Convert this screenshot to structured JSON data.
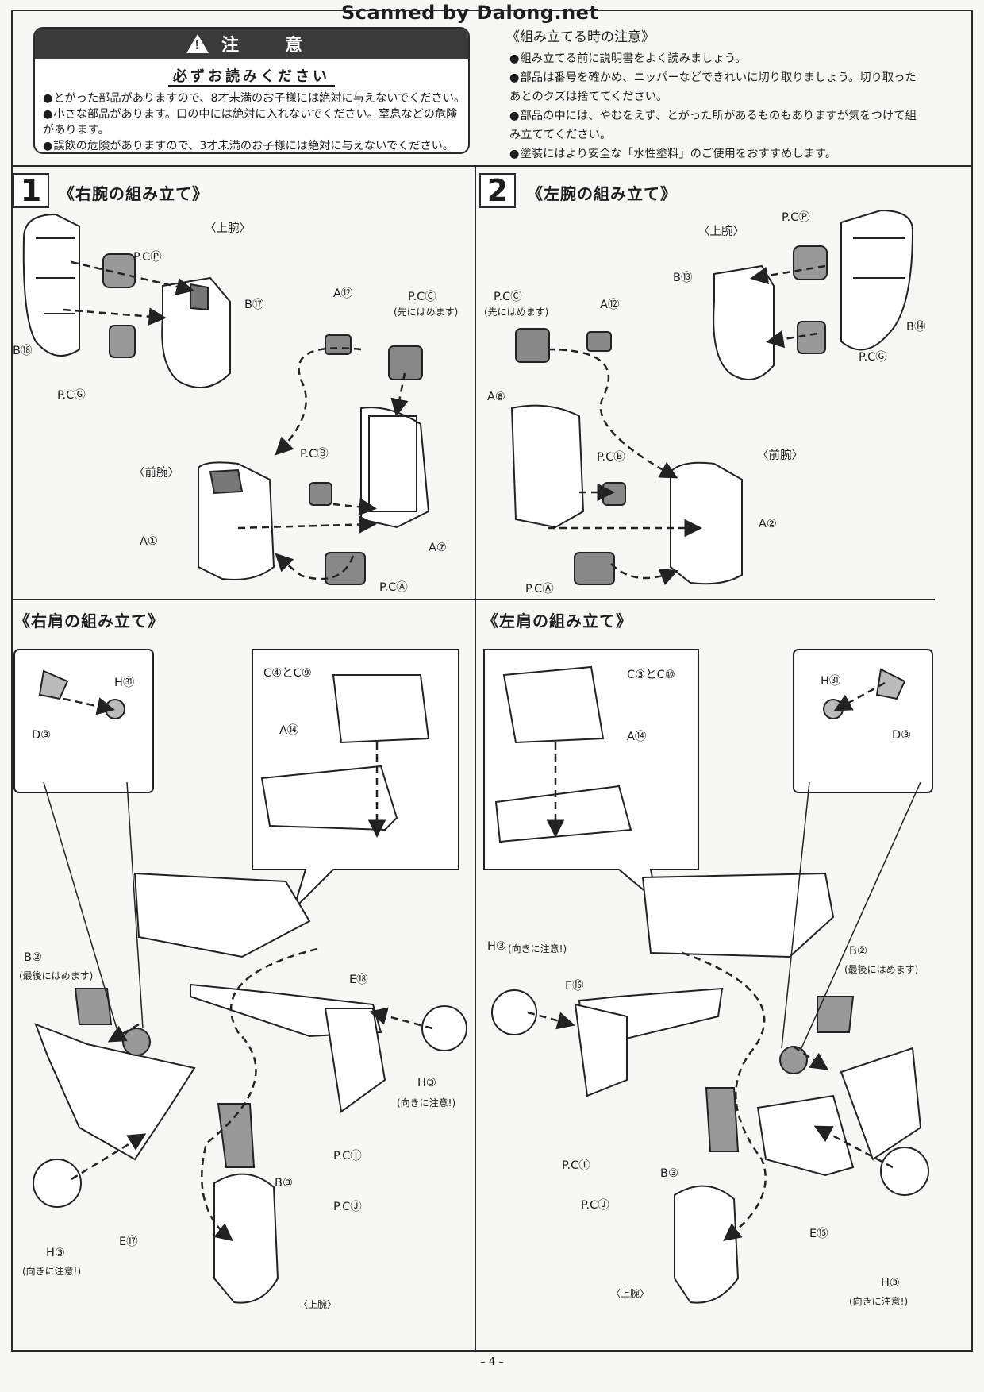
{
  "watermark": "Scanned by Dalong.net",
  "caution": {
    "title": "注　意",
    "subtitle": "必ずお読みください",
    "items": [
      "とがった部品がありますので、8才未満のお子様には絶対に与えないでください。",
      "小さな部品があります。口の中には絶対に入れないでください。窒息などの危険があります。",
      "誤飲の危険がありますので、3才未満のお子様には絶対に与えないでください。"
    ]
  },
  "notes": {
    "title": "《組み立てる時の注意》",
    "items": [
      "組み立てる前に説明書をよく読みましょう。",
      "部品は番号を確かめ、ニッパーなどできれいに切り取りましょう。切り取ったあとのクズは捨ててください。",
      "部品の中には、やむをえず、とがった所があるものもありますが気をつけて組み立ててください。",
      "塗装にはより安全な「水性塗料」のご使用をおすすめします。"
    ]
  },
  "step1": {
    "number": "1",
    "title": "《右腕の組み立て》",
    "labels": {
      "upper_arm": "〈上腕〉",
      "pc_p": "P.CⓅ",
      "b17": "B⑰",
      "b18": "B⑱",
      "pc_g": "P.CⒼ",
      "a12": "A⑫",
      "pc_c": "P.CⒸ",
      "pc_c_note": "(先にはめます)",
      "forearm": "〈前腕〉",
      "pc_b": "P.CⒷ",
      "a1": "A①",
      "a7": "A⑦",
      "pc_a": "P.CⒶ"
    }
  },
  "step2": {
    "number": "2",
    "title": "《左腕の組み立て》",
    "labels": {
      "upper_arm": "〈上腕〉",
      "pc_p": "P.CⓅ",
      "b13": "B⑬",
      "b14": "B⑭",
      "pc_g": "P.CⒼ",
      "pc_c": "P.CⒸ",
      "pc_c_note": "(先にはめます)",
      "a12": "A⑫",
      "a8": "A⑧",
      "pc_b": "P.CⒷ",
      "forearm": "〈前腕〉",
      "a2": "A②",
      "pc_a": "P.CⒶ"
    }
  },
  "right_shoulder": {
    "title": "《右肩の組み立て》",
    "labels": {
      "h31": "H㉛",
      "d3": "D③",
      "c4c9": "C④とC⑨",
      "a14": "A⑭",
      "b2": "B②",
      "b2_note": "(最後にはめます)",
      "e18": "E⑱",
      "h3_right": "H③",
      "h3_right_note": "(向きに注意!)",
      "pc_i": "P.CⒾ",
      "b3": "B③",
      "pc_j": "P.CⒿ",
      "h3_left": "H③",
      "h3_left_note": "(向きに注意!)",
      "e17": "E⑰",
      "upper_arm": "〈上腕〉"
    }
  },
  "left_shoulder": {
    "title": "《左肩の組み立て》",
    "labels": {
      "c3c10": "C③とC⑩",
      "a14": "A⑭",
      "h31": "H㉛",
      "d3": "D③",
      "h3_top": "H③",
      "h3_top_note": "(向きに注意!)",
      "e16": "E⑯",
      "b2": "B②",
      "b2_note": "(最後にはめます)",
      "pc_i": "P.CⒾ",
      "b3": "B③",
      "pc_j": "P.CⒿ",
      "e15": "E⑮",
      "h3_bottom": "H③",
      "h3_bottom_note": "(向きに注意!)",
      "upper_arm": "〈上腕〉"
    }
  },
  "page_number": "– 4 –"
}
